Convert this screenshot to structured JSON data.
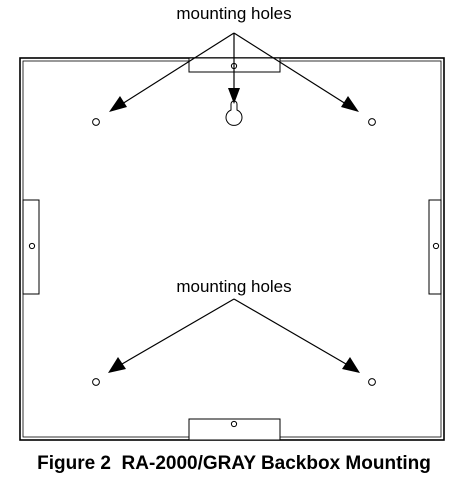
{
  "diagram": {
    "label_top": "mounting holes",
    "label_bottom": "mounting holes",
    "caption": "Figure 2  RA-2000/GRAY Backbox Mounting"
  },
  "colors": {
    "line": "#000000",
    "background": "#ffffff"
  },
  "icons": {
    "keyhole": "keyhole-slot-icon",
    "hole": "mounting-hole-icon",
    "arrow": "arrowhead-icon"
  }
}
